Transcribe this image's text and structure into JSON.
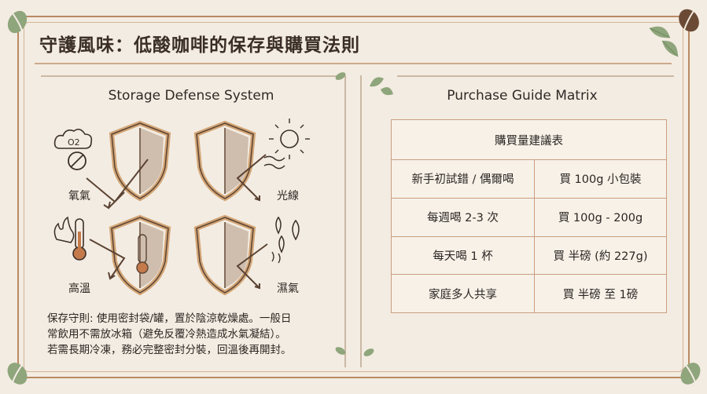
{
  "title": "守護風味：低酸咖啡的保存與購買法則",
  "left_panel": {
    "heading": "Storage Defense System",
    "threats": {
      "oxygen": "氧氣",
      "light": "光線",
      "heat": "高溫",
      "humidity": "濕氣",
      "o2_symbol": "O2"
    },
    "note_lines": [
      "保存守則: 使用密封袋/罐，置於陰涼乾燥處。一般日",
      "常飲用不需放冰箱（避免反覆冷熱造成水氣凝結）。",
      "若需長期冷凍，務必完整密封分裝，回溫後再開封。"
    ]
  },
  "right_panel": {
    "heading": "Purchase Guide Matrix",
    "table_title": "購買量建議表",
    "rows": [
      {
        "usage": "新手初試錯 / 偶爾喝",
        "amount": "買 100g 小包裝"
      },
      {
        "usage": "每週喝 2-3 次",
        "amount": "買 100g - 200g"
      },
      {
        "usage": "每天喝 1 杯",
        "amount": "買 半磅 (約 227g)"
      },
      {
        "usage": "家庭多人共享",
        "amount": "買 半磅 至 1磅"
      }
    ]
  },
  "colors": {
    "background": "#f3ece2",
    "frame": "#b98a63",
    "shield_brown": "#7a5a3f",
    "shield_tan": "#d3a677",
    "leaf_green": "#8fa57c",
    "bean_brown": "#6b4a35"
  }
}
